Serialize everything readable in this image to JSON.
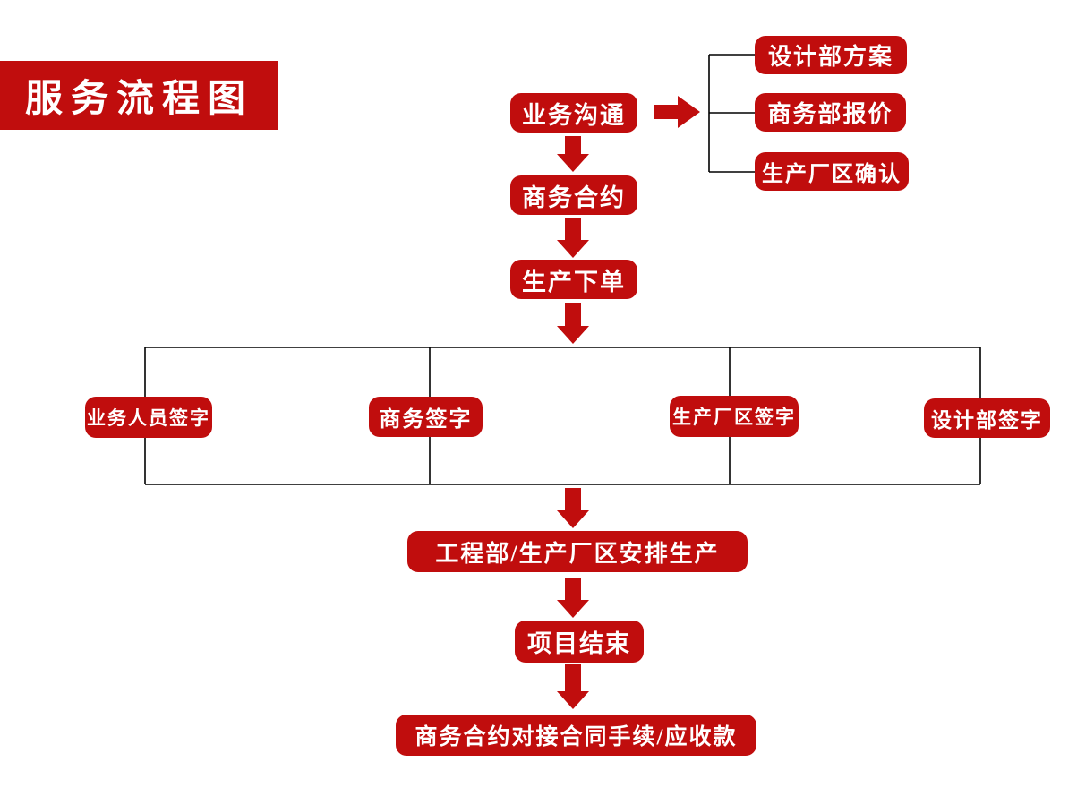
{
  "page": {
    "title": "服务流程图"
  },
  "colors": {
    "shape_red": "#c00d0d",
    "text_white": "#ffffff",
    "connector_black": "#000000"
  },
  "flow": {
    "start": "业务沟通",
    "contract": "商务合约",
    "order": "生产下单",
    "branch": [
      {
        "label": "设计部方案"
      },
      {
        "label": "商务部报价"
      },
      {
        "label": "生产厂区确认"
      }
    ],
    "signatures": [
      {
        "label": "业务人员签字"
      },
      {
        "label": "商务签字"
      },
      {
        "label": "生产厂区签字"
      },
      {
        "label": "设计部签字"
      }
    ],
    "arrange": "工程部/生产厂区安排生产",
    "finish": "项目结束",
    "final": "商务合约对接合同手续/应收款"
  }
}
